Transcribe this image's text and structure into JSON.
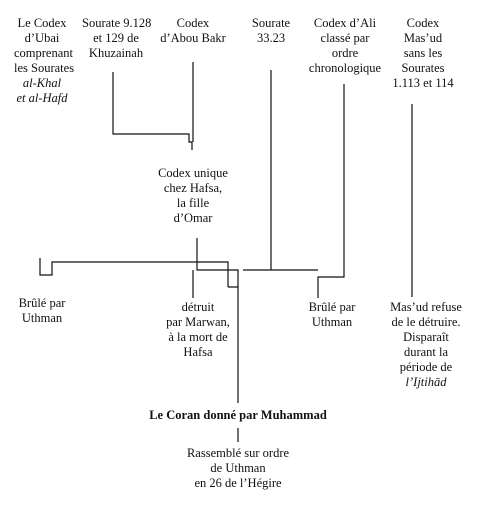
{
  "top_nodes": {
    "ubai": {
      "lines": [
        "Le Codex",
        "d’Ubai",
        "comprenant",
        "les Sourates"
      ],
      "italic_lines": [
        "al-Khal",
        "et al-Hafd"
      ]
    },
    "sourate_9": {
      "lines": [
        "Sourate 9.128",
        "et 129 de",
        "Khuzainah"
      ]
    },
    "abou_bakr": {
      "lines": [
        "Codex",
        "d’Abou Bakr"
      ]
    },
    "sourate_33": {
      "lines": [
        "Sourate",
        "33.23"
      ]
    },
    "ali": {
      "lines": [
        "Codex d’Ali",
        "classé par",
        "ordre",
        "chronologique"
      ]
    },
    "masud": {
      "lines": [
        "Codex",
        "Mas’ud",
        "sans les",
        "Sourates",
        "1.113 et 114"
      ]
    }
  },
  "middle_node": {
    "lines": [
      "Codex unique",
      "chez Hafsa,",
      "la fille",
      "d’Omar"
    ]
  },
  "outcomes": {
    "ubai_fate": {
      "lines": [
        "Brûlé par",
        "Uthman"
      ]
    },
    "hafsa_fate": {
      "lines": [
        "détruit",
        "par Marwan,",
        "à la mort de",
        "Hafsa"
      ]
    },
    "ali_fate": {
      "lines": [
        "Brûlé par",
        "Uthman"
      ]
    },
    "masud_fate": {
      "lines": [
        "Mas’ud refuse",
        "de le détruire.",
        "Disparaît",
        "durant la",
        "période de"
      ],
      "last_line": "l’Ijtihād"
    }
  },
  "bottom": {
    "title": "Le Coran donné par Muhammad",
    "lines": [
      "Rassemblé sur ordre",
      "de Uthman",
      "en 26 de l’Hégire"
    ]
  }
}
